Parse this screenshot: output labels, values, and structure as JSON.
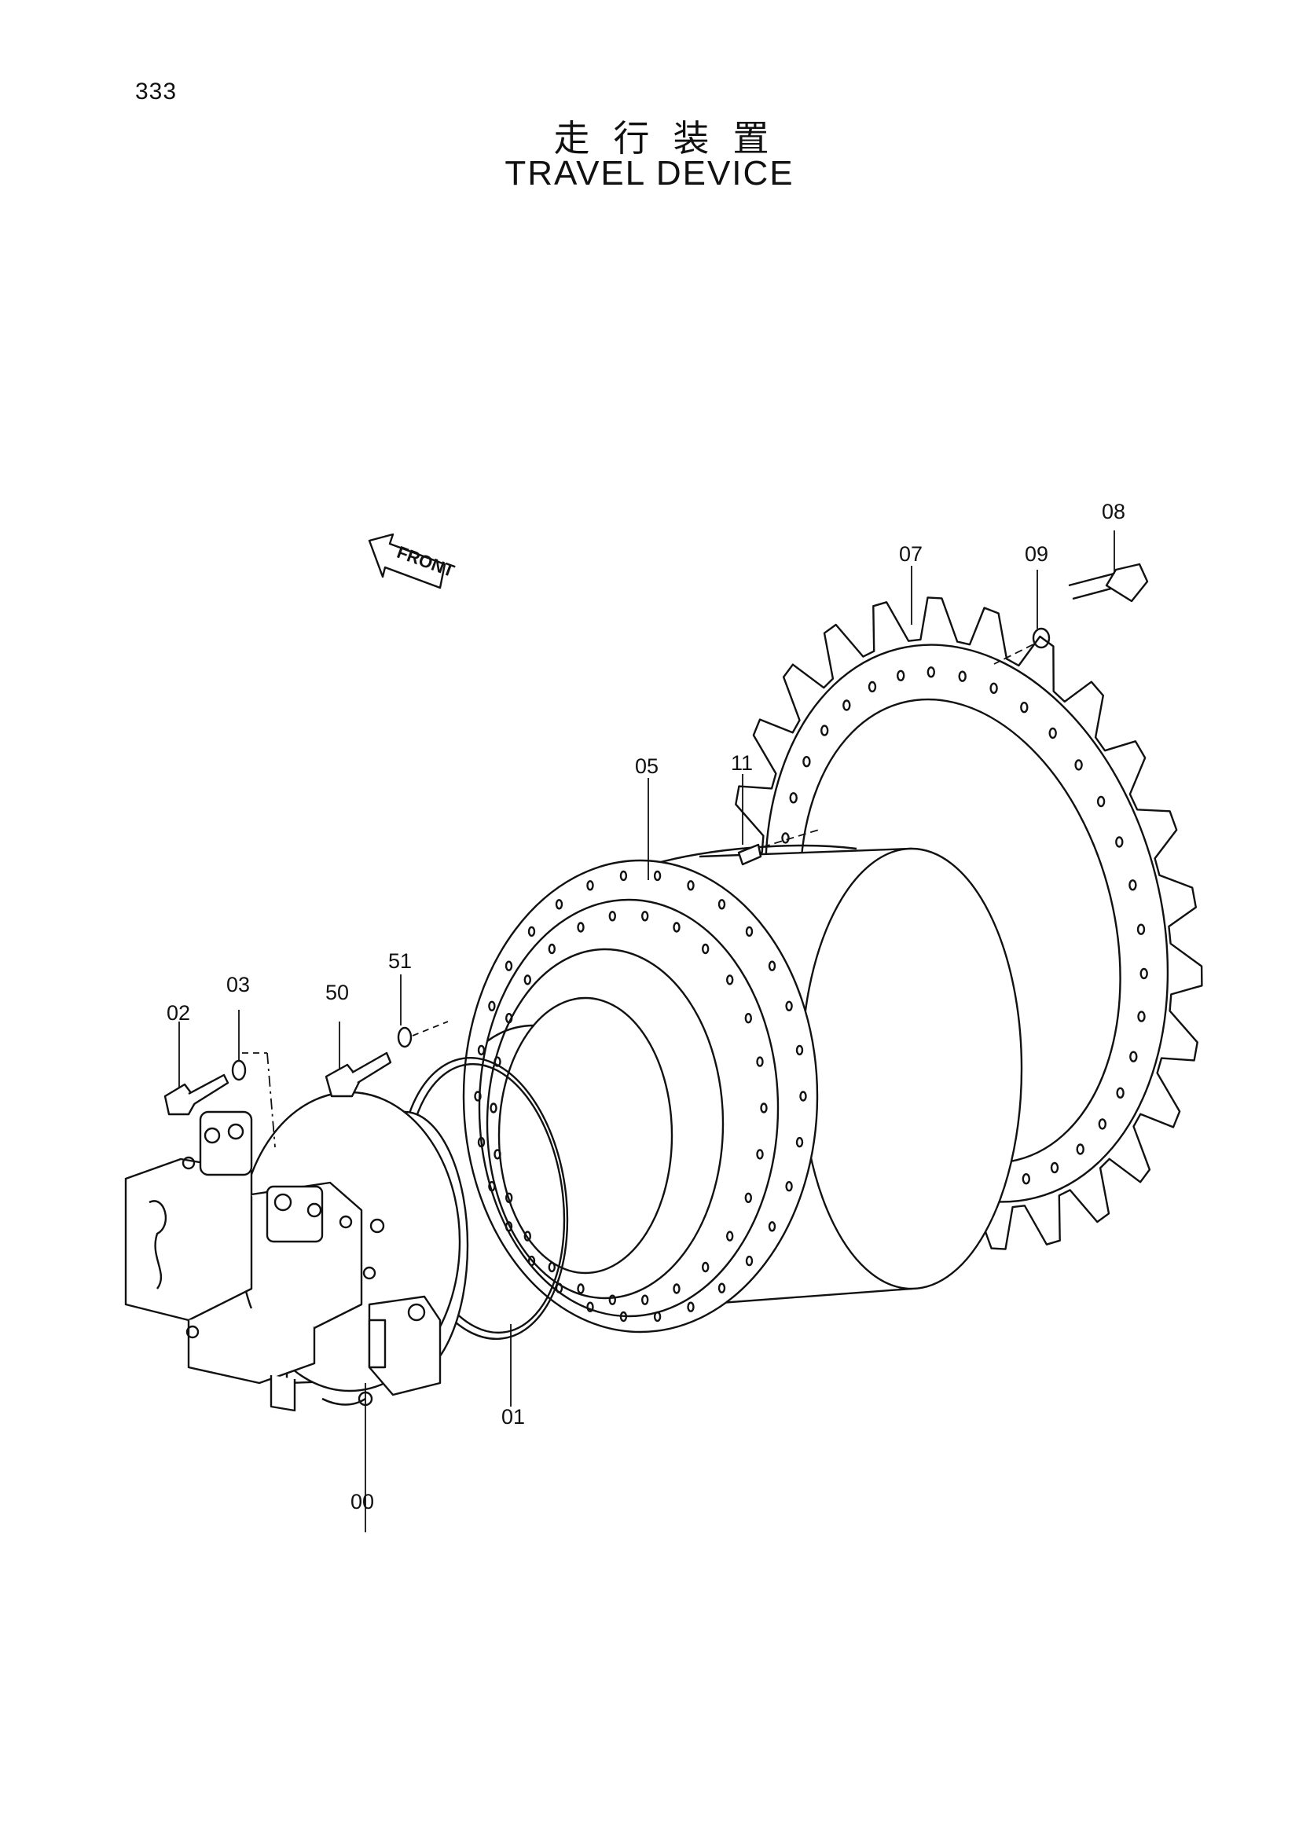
{
  "page_number": "333",
  "title_jp": "走行装置",
  "title_en": "TRAVEL DEVICE",
  "front_arrow_label": "FRONT",
  "callouts": [
    "00",
    "01",
    "02",
    "03",
    "05",
    "07",
    "08",
    "09",
    "11",
    "50",
    "51"
  ],
  "colors": {
    "ink": "#111111",
    "paper": "#ffffff"
  }
}
